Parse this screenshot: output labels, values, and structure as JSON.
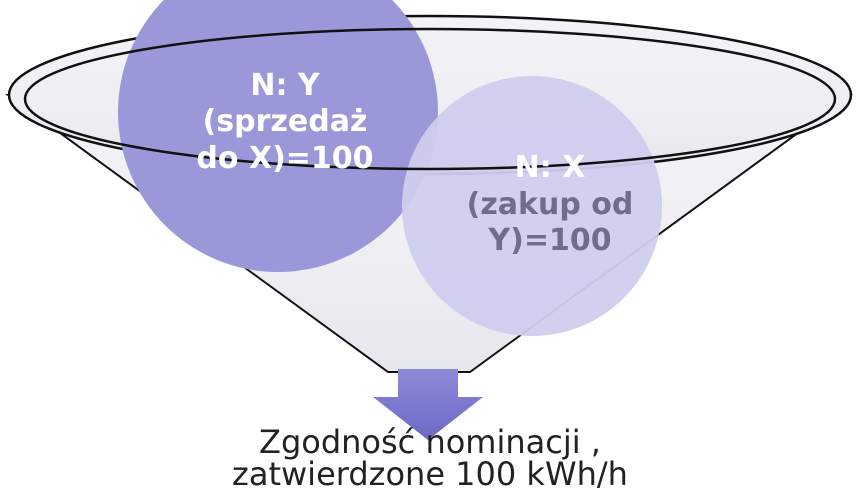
{
  "diagram": {
    "circle_y": {
      "lines": [
        "N: Y",
        "(sprzedaż",
        "do X)=100"
      ],
      "fill_color": "#9a98d8",
      "text_color": "#ffffff"
    },
    "circle_x": {
      "lines": [
        "N: X",
        "(zakup od",
        "Y)=100"
      ],
      "fill_color": "#cfcdee",
      "line1_color": "#ffffff",
      "text_color": "#6e6e8a"
    },
    "arrow_color": "#7b78cf",
    "caption": {
      "line1": "Zgodność nominacji ,",
      "line2": "zatwierdzone 100 kWh/h",
      "color": "#222222"
    }
  }
}
